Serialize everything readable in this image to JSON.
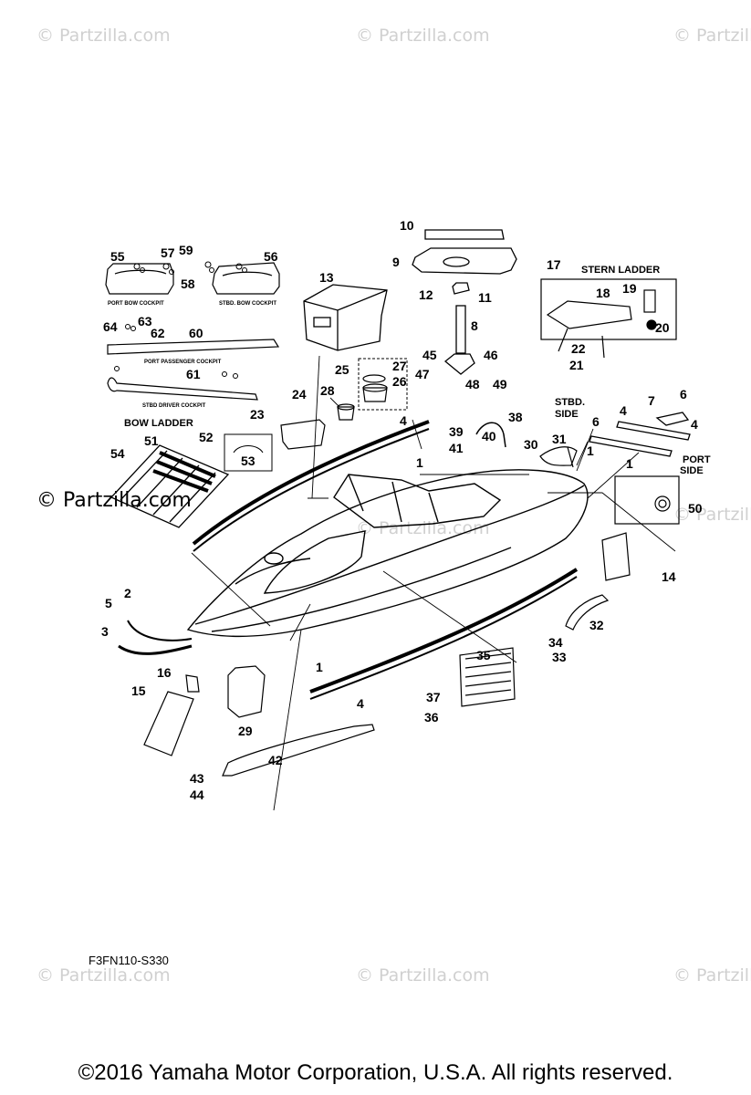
{
  "watermark": "© Partzilla.com",
  "diagram_code": "F3FN110-S330",
  "copyright": "©2016  Yamaha Motor Corporation, U.S.A. All rights reserved.",
  "sections": {
    "stern_ladder": "STERN LADDER",
    "bow_ladder": "BOW LADDER",
    "stbd_side_1": "STBD.",
    "stbd_side_2": "SIDE",
    "port_side_1": "PORT",
    "port_side_2": "SIDE"
  },
  "panel_labels": {
    "port_bow_cockpit": "PORT BOW COCKPIT",
    "stbd_bow_cockpit": "STBD. BOW COCKPIT",
    "port_passenger_cockpit": "PORT PASSENGER COCKPIT",
    "stbd_driver_cockpit": "STBD DRIVER COCKPIT"
  },
  "callouts": [
    "1",
    "2",
    "3",
    "4",
    "5",
    "6",
    "7",
    "8",
    "9",
    "10",
    "11",
    "12",
    "13",
    "14",
    "15",
    "16",
    "17",
    "18",
    "19",
    "20",
    "21",
    "22",
    "23",
    "24",
    "25",
    "26",
    "27",
    "28",
    "29",
    "30",
    "31",
    "32",
    "33",
    "34",
    "35",
    "36",
    "37",
    "38",
    "39",
    "40",
    "41",
    "42",
    "43",
    "44",
    "45",
    "46",
    "47",
    "48",
    "49",
    "50",
    "51",
    "52",
    "53",
    "54",
    "55",
    "56",
    "57",
    "58",
    "59",
    "60",
    "61",
    "62",
    "63",
    "64"
  ]
}
